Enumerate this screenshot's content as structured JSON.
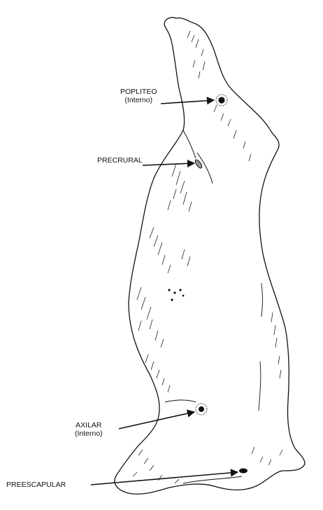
{
  "labels": {
    "popliteo": {
      "name": "POPLITEO",
      "note": "(Interno)"
    },
    "precrural": {
      "name": "PRECRURAL"
    },
    "axilar": {
      "name": "AXILAR",
      "note": "(Interno)"
    },
    "preescapular": {
      "name": "PREESCAPULAR"
    }
  },
  "colors": {
    "ink": "#111111",
    "background": "#ffffff"
  }
}
